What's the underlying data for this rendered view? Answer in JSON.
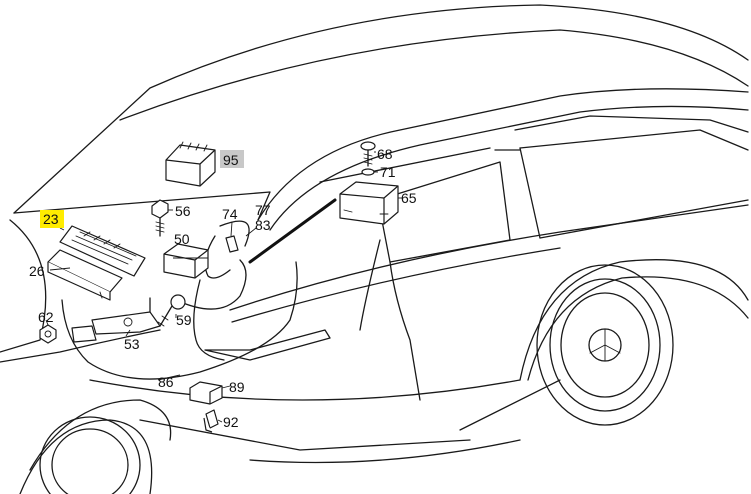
{
  "colors": {
    "highlight_yellow": "#ffec00",
    "highlight_gray": "#c8c8c8",
    "line": "#1a1a1a"
  },
  "callouts": {
    "c23": "23",
    "c26": "26",
    "c50": "50",
    "c53": "53",
    "c56": "56",
    "c59": "59",
    "c62": "62",
    "c65": "65",
    "c68": "68",
    "c71": "71",
    "c74": "74",
    "c77": "77",
    "c83": "83",
    "c86": "86",
    "c89": "89",
    "c92": "92",
    "c95": "95"
  },
  "highlighted": {
    "yellow": "23",
    "gray": "95"
  }
}
